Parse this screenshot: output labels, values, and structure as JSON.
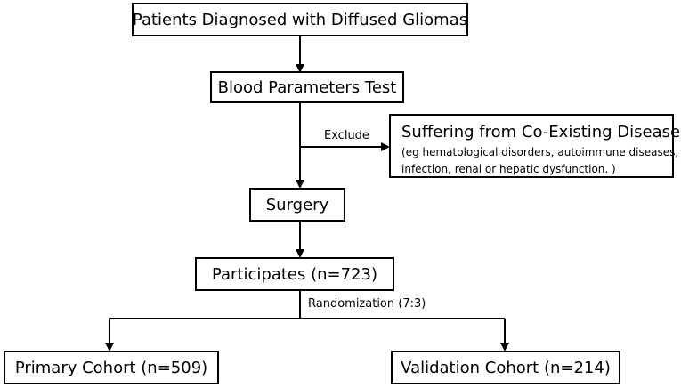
{
  "nodes": {
    "diagnosed": "Patients Diagnosed with Diffused Gliomas",
    "blood_test": "Blood Parameters Test",
    "coexisting_title": "Suffering from Co-Existing Disease",
    "coexisting_detail_line1": "(eg hematological disorders, autoimmune diseases,",
    "coexisting_detail_line2": "infection, renal or hepatic dysfunction. )",
    "surgery": "Surgery",
    "participates": "Participates (n=723)",
    "primary": "Primary Cohort (n=509)",
    "validation": "Validation Cohort (n=214)"
  },
  "edge_labels": {
    "exclude": "Exclude",
    "randomization": "Randomization (7:3)"
  }
}
